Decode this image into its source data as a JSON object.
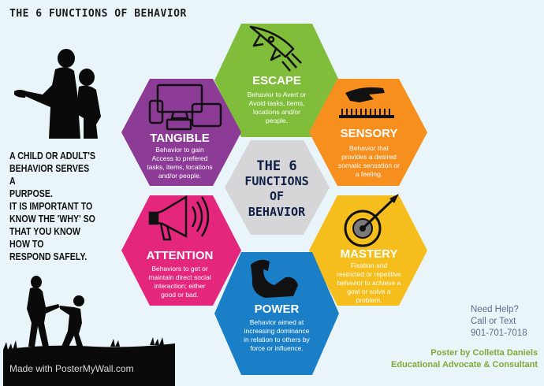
{
  "title": "THE 6 FUNCTIONS OF BEHAVIOR",
  "intro": {
    "lines": [
      "A CHILD OR ADULT'S",
      "BEHAVIOR SERVES A",
      "PURPOSE.",
      "IT IS IMPORTANT TO",
      "KNOW THE 'WHY' SO",
      "THAT YOU KNOW HOW TO",
      "RESPOND SAFELY."
    ]
  },
  "center": {
    "lines": [
      "THE 6",
      "FUNCTIONS",
      "OF",
      "BEHAVIOR"
    ],
    "color": "#0e1e45"
  },
  "functions": {
    "escape": {
      "title": "ESCAPE",
      "lines": [
        "Behavior to Avert or",
        "Avoid tasks, items,",
        "locations and/or",
        "people."
      ],
      "color": "#80bd3a",
      "icon": "rocket-icon"
    },
    "sensory": {
      "title": "SENSORY",
      "lines": [
        "Behavior that",
        "provides a desired",
        "somatic sensation or",
        "a feeling."
      ],
      "color": "#f68f1d",
      "icon": "hand-icon"
    },
    "mastery": {
      "title": "MASTERY",
      "lines": [
        "Fixation and",
        "restricted or repetitive",
        "behavior to achieve a",
        "goal or solve a",
        "problem."
      ],
      "color": "#f5be1c",
      "icon": "target-icon"
    },
    "power": {
      "title": "POWER",
      "lines": [
        "Behavior aimed at",
        "increasing dominance",
        "in relation to others by",
        "force or influence."
      ],
      "color": "#1a7fc7",
      "icon": "flexed-arm-icon"
    },
    "attention": {
      "title": "ATTENTION",
      "lines": [
        "Behaviors to get or",
        "maintain direct social",
        "interaction; either",
        "good or bad."
      ],
      "color": "#e4277d",
      "icon": "megaphone-icon"
    },
    "tangible": {
      "title": "TANGIBLE",
      "lines": [
        "Behavior to gain",
        "Access to prefered",
        "tasks, items, locations",
        "and/or people."
      ],
      "color": "#8c3b96",
      "icon": "devices-icon"
    }
  },
  "help": {
    "lines": [
      "Need Help?",
      "Call or Text",
      "901-701-7018"
    ]
  },
  "credit": {
    "lines": [
      "Poster by Colletta Daniels",
      "Educational Advocate & Consultant"
    ]
  },
  "watermark": "Made with PosterMyWall.com",
  "colors": {
    "background": "#e9f5f8",
    "center_hex": "#d6d6d8",
    "silhouette": "#0a0a0a"
  }
}
